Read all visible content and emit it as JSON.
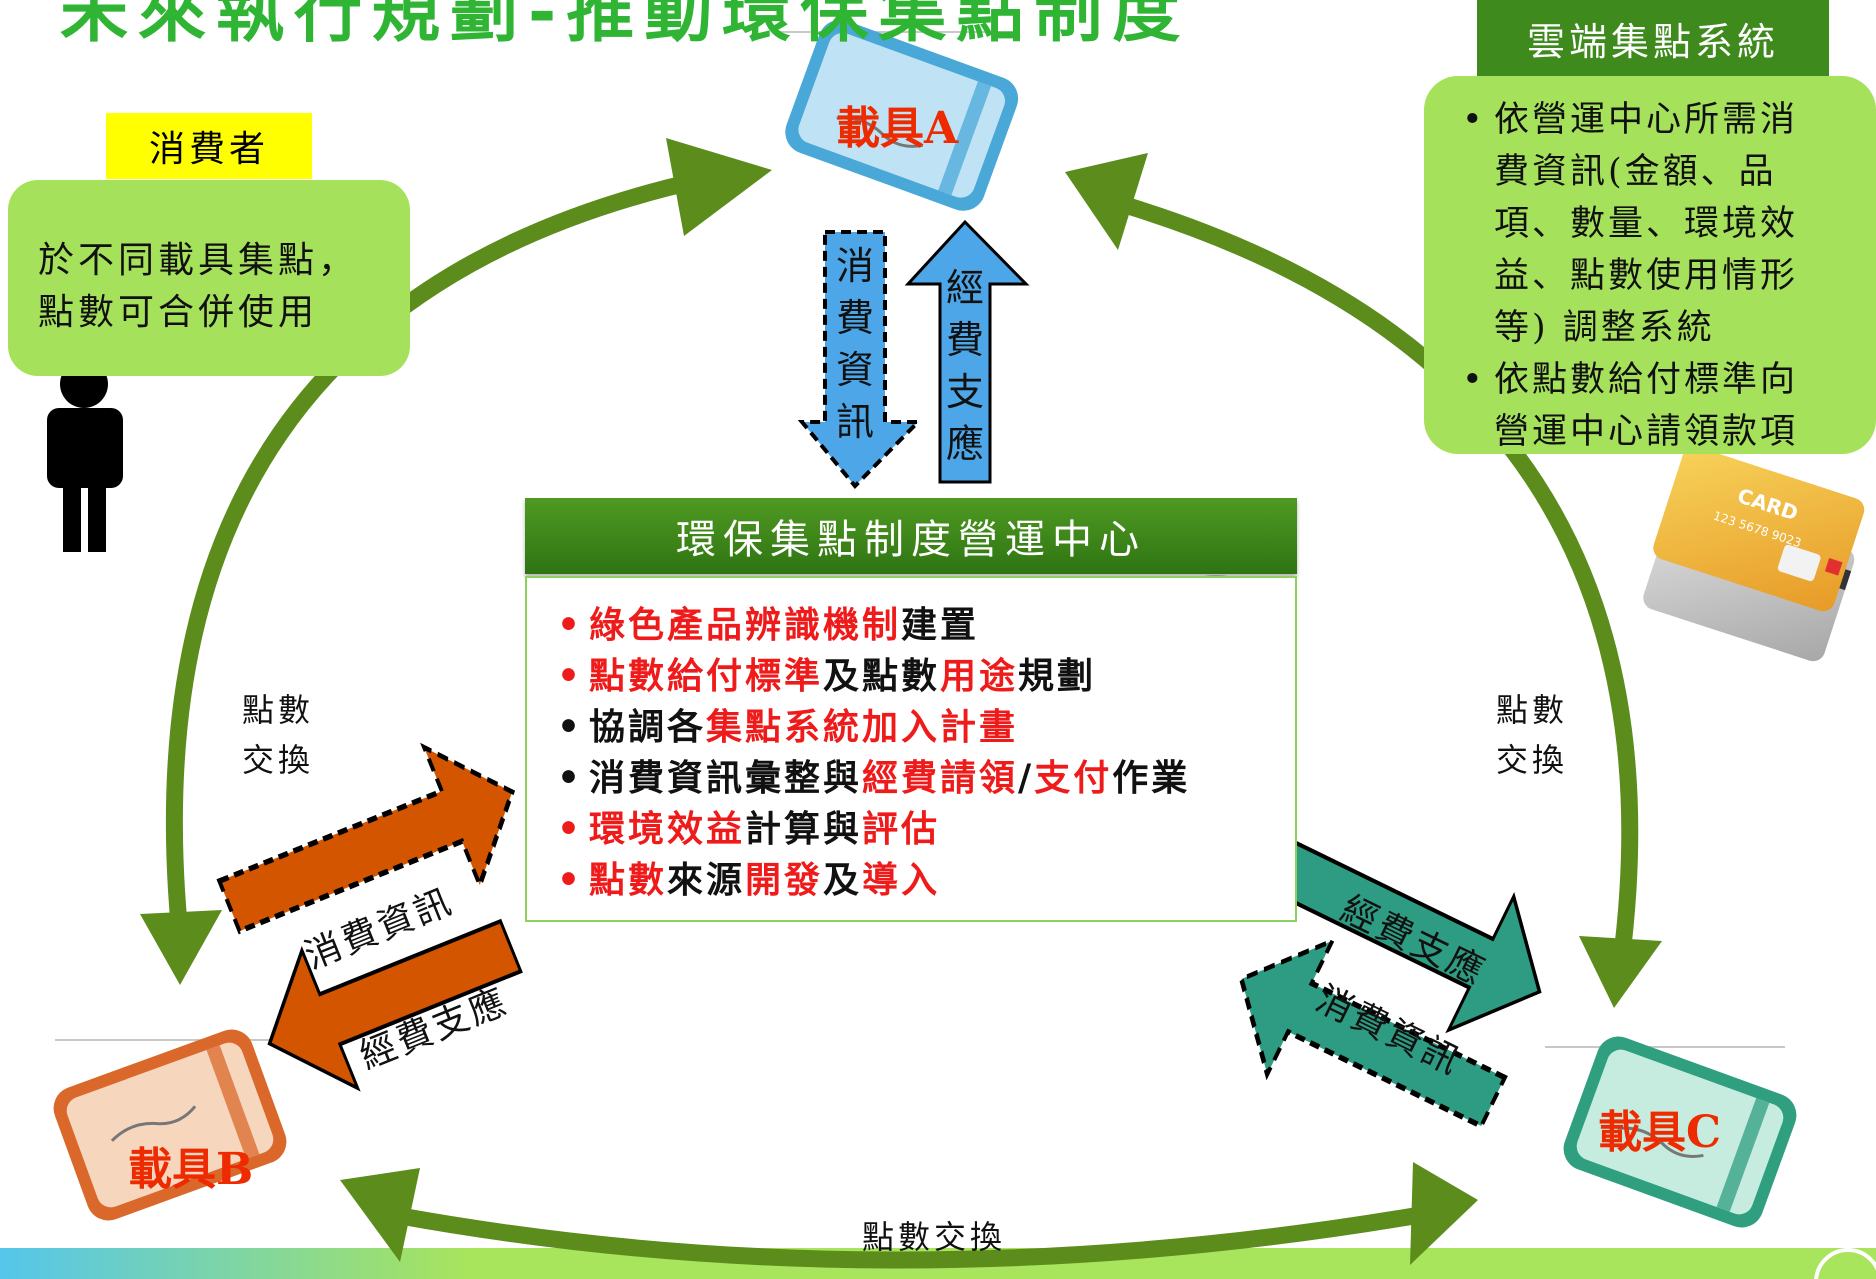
{
  "title": "未來執行規劃-推動環保集點制度",
  "consumer": {
    "label": "消費者",
    "text_line1": "於不同載具集點，",
    "text_line2": "點數可合併使用"
  },
  "cloud": {
    "title": "雲端集點系統",
    "bullets": [
      [
        "依營運中心所需消",
        "費資訊(金額、品",
        "項、數量、環境效",
        "益、點數使用情形",
        "等) 調整系統"
      ],
      [
        "依點數給付標準向",
        "營運中心請領款項"
      ]
    ]
  },
  "center": {
    "title": "環保集點制度營運中心",
    "items": [
      [
        {
          "t": "綠色產品辨識機制",
          "red": true
        },
        {
          "t": "建置",
          "red": false
        }
      ],
      [
        {
          "t": "點數給付標準",
          "red": true
        },
        {
          "t": "及點數",
          "red": false
        },
        {
          "t": "用途",
          "red": true
        },
        {
          "t": "規劃",
          "red": false
        }
      ],
      [
        {
          "t": "協調各",
          "red": false
        },
        {
          "t": "集點系統加入計畫",
          "red": true
        }
      ],
      [
        {
          "t": "消費資訊彙整與",
          "red": false
        },
        {
          "t": "經費請領",
          "red": true
        },
        {
          "t": "/",
          "red": false
        },
        {
          "t": "支付",
          "red": true
        },
        {
          "t": "作業",
          "red": false
        }
      ],
      [
        {
          "t": "環境效益",
          "red": true
        },
        {
          "t": "計算與",
          "red": false
        },
        {
          "t": "評估",
          "red": true
        }
      ],
      [
        {
          "t": "點數",
          "red": true
        },
        {
          "t": "來源",
          "red": false
        },
        {
          "t": "開發",
          "red": true
        },
        {
          "t": "及",
          "red": false
        },
        {
          "t": "導入",
          "red": true
        }
      ]
    ],
    "bullet_colors": [
      "#ef1b1b",
      "#ef1b1b",
      "#111111",
      "#111111",
      "#ef1b1b",
      "#ef1b1b"
    ]
  },
  "carriers": {
    "a": "載具A",
    "b": "載具B",
    "c": "載具C"
  },
  "flows": {
    "consumption_info": "消費資訊",
    "funding": "經費支應",
    "consumption_info_vertical": [
      "消",
      "費",
      "資",
      "訊"
    ],
    "funding_vertical": [
      "經",
      "費",
      "支",
      "應"
    ]
  },
  "exchange": {
    "left": [
      "點數",
      "交換"
    ],
    "right": [
      "點數",
      "交換"
    ],
    "bottom": "點數交換"
  },
  "decor": {
    "card_icon_text": "CARD",
    "card_icon_number": "123 5678 9023"
  },
  "colors": {
    "green_arrow": "#5b8c1c",
    "green_box": "#a6e15b",
    "dark_green": "#3f8a1c",
    "blue_card": "#4aa8d8",
    "orange_card": "#d9682a",
    "teal_card": "#2f9f80",
    "orange_arrow": "#d45500",
    "teal_arrow": "#2d9c82",
    "blue_arrow": "#4da6e8",
    "red_text": "#ef1b1b"
  }
}
